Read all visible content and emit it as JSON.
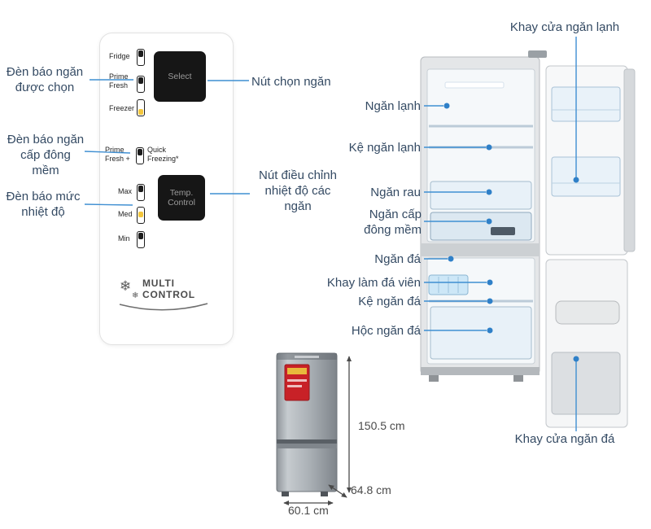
{
  "colors": {
    "callout_text": "#344a63",
    "callout_line": "#3f8fd2",
    "callout_dot": "#2f80c8",
    "dimension_text": "#4a4a4a",
    "panel_button_bg": "#161616",
    "indicator_lit": "#f4c63c"
  },
  "control_panel": {
    "indicator_labels": [
      "Fridge",
      "Prime Fresh",
      "Freezer"
    ],
    "select_button": "Select",
    "soft_freeze_left": "Prime Fresh +",
    "soft_freeze_right": "Quick Freezing*",
    "level_labels": [
      "Max",
      "Med",
      "Min"
    ],
    "temp_button_line1": "Temp.",
    "temp_button_line2": "Control",
    "logo_line1": "MULTI",
    "logo_line2": "CONTROL"
  },
  "callouts": {
    "selected_indicator": "Đèn báo ngăn được chọn",
    "soft_freeze_indicator": "Đèn báo ngăn cấp đông mềm",
    "temp_level_indicator": "Đèn báo mức nhiệt độ",
    "select_button": "Nút chọn ngăn",
    "temp_button": "Nút điều chỉnh nhiệt độ các ngăn",
    "fridge_door_tray": "Khay cửa ngăn lạnh",
    "fridge_compartment": "Ngăn lạnh",
    "fridge_shelf": "Kệ ngăn lạnh",
    "vegetable_drawer": "Ngăn rau",
    "soft_freeze_drawer": "Ngăn cấp đông mềm",
    "freezer_compartment": "Ngăn đá",
    "ice_cube_tray": "Khay làm đá viên",
    "freezer_shelf": "Kệ ngăn đá",
    "freezer_drawer": "Hộc ngăn đá",
    "freezer_door_tray": "Khay cửa ngăn đá"
  },
  "dimensions": {
    "height": "150.5 cm",
    "depth": "64.8 cm",
    "width": "60.1 cm"
  }
}
